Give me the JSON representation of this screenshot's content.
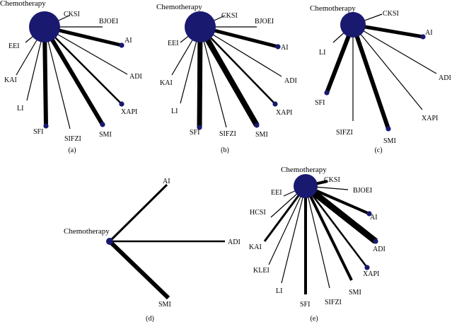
{
  "colors": {
    "node": "#191970",
    "edge": "#000000",
    "background": "#ffffff"
  },
  "panels": [
    {
      "id": "a",
      "caption": "(a)",
      "hub_label": "Chemotherapy",
      "edges": [
        {
          "label": "CKSI",
          "dot": false
        },
        {
          "label": "BJOEI",
          "dot": false
        },
        {
          "label": "AI",
          "dot": true
        },
        {
          "label": "ADI",
          "dot": false
        },
        {
          "label": "XAPI",
          "dot": true
        },
        {
          "label": "SMI",
          "dot": true
        },
        {
          "label": "SIFZI",
          "dot": false
        },
        {
          "label": "SFI",
          "dot": true
        },
        {
          "label": "LI",
          "dot": false
        },
        {
          "label": "KAI",
          "dot": false
        },
        {
          "label": "EEI",
          "dot": false
        }
      ]
    },
    {
      "id": "b",
      "caption": "(b)",
      "hub_label": "Chemotherapy",
      "edges": [
        {
          "label": "CKSI",
          "dot": false
        },
        {
          "label": "BJOEI",
          "dot": false
        },
        {
          "label": "AI",
          "dot": true
        },
        {
          "label": "ADI",
          "dot": false
        },
        {
          "label": "XAPI",
          "dot": true
        },
        {
          "label": "SMI",
          "dot": true
        },
        {
          "label": "SIFZI",
          "dot": false
        },
        {
          "label": "SFI",
          "dot": true
        },
        {
          "label": "LI",
          "dot": false
        },
        {
          "label": "KAI",
          "dot": false
        },
        {
          "label": "EEI",
          "dot": false
        }
      ]
    },
    {
      "id": "c",
      "caption": "(c)",
      "hub_label": "Chemotherapy",
      "edges": [
        {
          "label": "CKSI",
          "dot": false
        },
        {
          "label": "AI",
          "dot": true
        },
        {
          "label": "ADI",
          "dot": false
        },
        {
          "label": "XAPI",
          "dot": false
        },
        {
          "label": "SMI",
          "dot": true
        },
        {
          "label": "SIFZI",
          "dot": false
        },
        {
          "label": "SFI",
          "dot": true
        },
        {
          "label": "LI",
          "dot": false
        }
      ]
    },
    {
      "id": "d",
      "caption": "(d)",
      "hub_label": "Chemotherapy",
      "edges": [
        {
          "label": "AI",
          "dot": false
        },
        {
          "label": "ADI",
          "dot": false
        },
        {
          "label": "SMI",
          "dot": false
        }
      ]
    },
    {
      "id": "e",
      "caption": "(e)",
      "hub_label": "Chemotherapy",
      "edges": [
        {
          "label": "CKSI",
          "dot": false
        },
        {
          "label": "BJOEI",
          "dot": false
        },
        {
          "label": "AI",
          "dot": true
        },
        {
          "label": "ADI",
          "dot": true
        },
        {
          "label": "XAPI",
          "dot": true
        },
        {
          "label": "SMI",
          "dot": false
        },
        {
          "label": "SIFZI",
          "dot": false
        },
        {
          "label": "SFI",
          "dot": false
        },
        {
          "label": "LI",
          "dot": false
        },
        {
          "label": "KLEI",
          "dot": false
        },
        {
          "label": "KAI",
          "dot": false
        },
        {
          "label": "HCSI",
          "dot": false
        },
        {
          "label": "EEI",
          "dot": false
        }
      ]
    }
  ]
}
